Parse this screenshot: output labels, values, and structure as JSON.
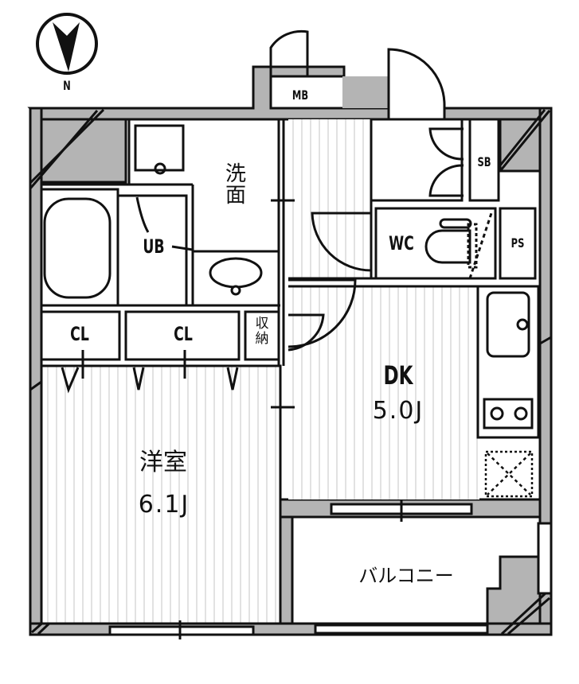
{
  "compass": {
    "label": "N",
    "icon": "north-arrow-icon"
  },
  "rooms": {
    "western_room": {
      "name": "洋室",
      "size": "6.1J"
    },
    "dk": {
      "name": "DK",
      "size": "5.0J"
    },
    "balcony": {
      "name": "バルコニー"
    },
    "washroom": {
      "name_line1": "洗",
      "name_line2": "面"
    },
    "unit_bath": {
      "name": "UB"
    },
    "wc": {
      "name": "WC"
    },
    "closet_left": {
      "name": "CL"
    },
    "closet_right": {
      "name": "CL"
    },
    "storage": {
      "name_line1": "収",
      "name_line2": "納"
    },
    "meter_box": {
      "name": "MB"
    },
    "shoe_box": {
      "name": "SB"
    },
    "pipe_space": {
      "name": "PS"
    }
  },
  "colors": {
    "wall": "#b4b4b4",
    "line": "#111111",
    "floor_stripe": "#d8d8d8",
    "background": "#ffffff"
  }
}
